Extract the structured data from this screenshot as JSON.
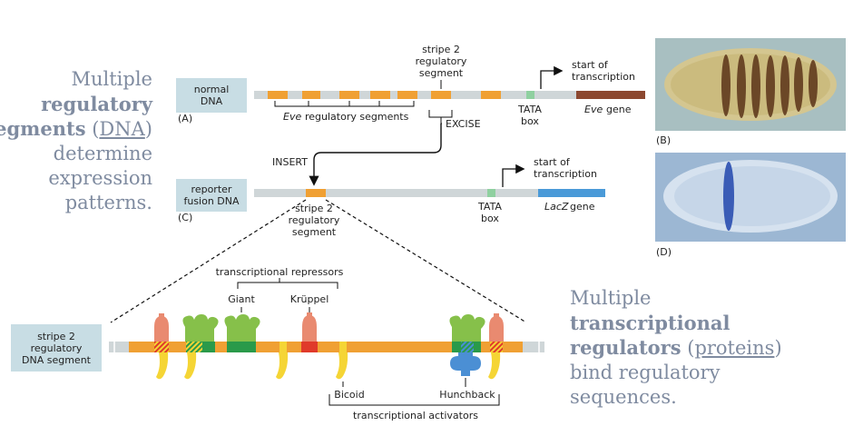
{
  "captions": {
    "left": {
      "line1": "Multiple",
      "line2": "regulatory",
      "line3_bold": "segments",
      "line3_rest": "(DNA)",
      "line3_under": "DNA",
      "line4": "determine",
      "line5": "expression",
      "line6": "patterns."
    },
    "right": {
      "line1": "Multiple",
      "line2": "transcriptional",
      "line3_bold": "regulators",
      "line3_under": "proteins",
      "line4": "bind regulatory",
      "line5": "sequences."
    }
  },
  "panel_a": {
    "box_label_1": "normal",
    "box_label_2": "DNA",
    "letter": "(A)",
    "stripe_label_1": "stripe 2",
    "stripe_label_2": "regulatory",
    "stripe_label_3": "segment",
    "start_label_1": "start of",
    "start_label_2": "transcription",
    "eve_regulatory": "regulatory segments",
    "eve_italic": "Eve",
    "excise": "EXCISE",
    "tata_1": "TATA",
    "tata_2": "box",
    "gene_italic": "Eve",
    "gene_rest": "gene"
  },
  "panel_c": {
    "box_label_1": "reporter",
    "box_label_2": "fusion DNA",
    "letter": "(C)",
    "insert": "INSERT",
    "stripe_label_1": "stripe 2",
    "stripe_label_2": "regulatory",
    "stripe_label_3": "segment",
    "start_label_1": "start of",
    "start_label_2": "transcription",
    "tata_1": "TATA",
    "tata_2": "box",
    "gene_italic": "LacZ",
    "gene_rest": "gene"
  },
  "panel_bottom": {
    "box_label_1": "stripe 2",
    "box_label_2": "regulatory",
    "box_label_3": "DNA segment",
    "repressors": "transcriptional repressors",
    "giant": "Giant",
    "kruppel": "Krüppel",
    "bicoid": "Bicoid",
    "hunchback": "Hunchback",
    "activators": "transcriptional activators"
  },
  "photos": {
    "b_letter": "(B)",
    "d_letter": "(D)"
  },
  "colors": {
    "caption": "#7f8ba0",
    "label_box": "#c8dde4",
    "dna_gray": "#cfd6d8",
    "orange": "#f0a033",
    "tata_green": "#8fd0a0",
    "eve_gene": "#8c4830",
    "lacz_gene": "#4a9ad8",
    "repressor_salmon": "#e98a70",
    "repressor_green": "#86c04a",
    "activator_yellow": "#f5d535",
    "hunchback_blue": "#4b8fd4",
    "red_site": "#e03a2a",
    "green_site": "#2a9a4a"
  }
}
